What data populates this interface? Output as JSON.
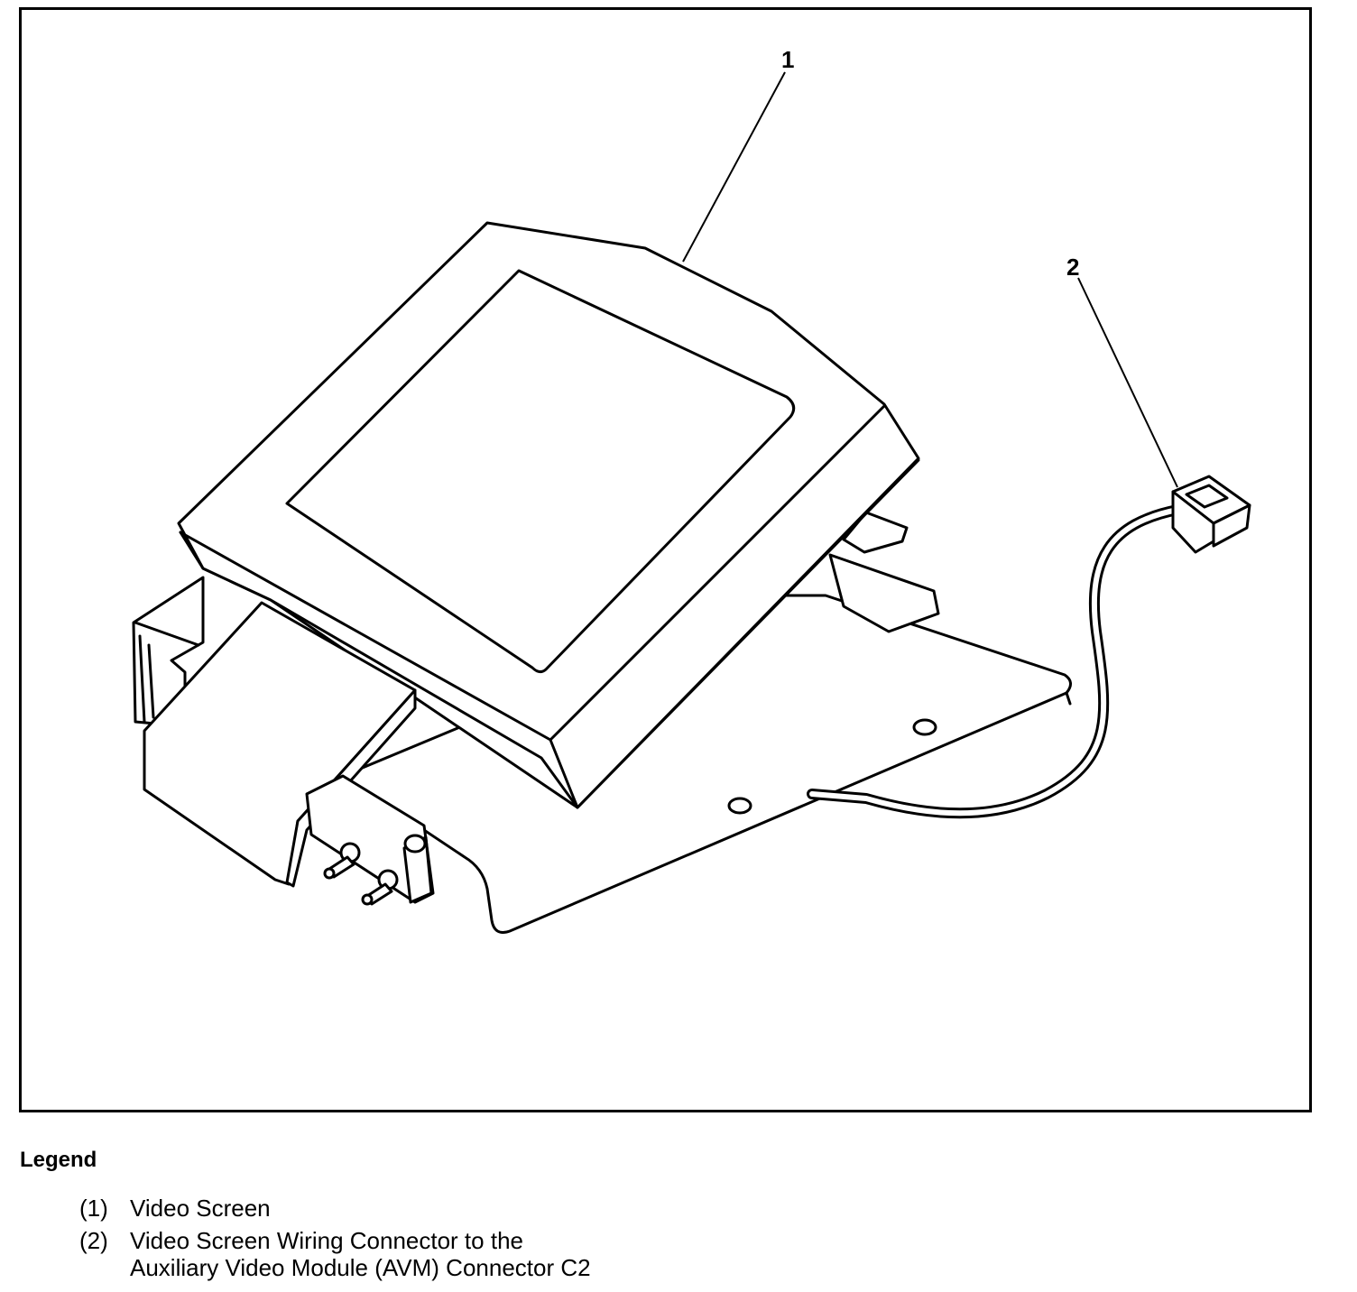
{
  "callouts": [
    {
      "id": "1",
      "label": "1"
    },
    {
      "id": "2",
      "label": "2"
    }
  ],
  "legend": {
    "title": "Legend",
    "items": [
      {
        "number": "(1)",
        "lines": [
          "Video Screen"
        ]
      },
      {
        "number": "(2)",
        "lines": [
          "Video Screen Wiring Connector to the",
          "Auxiliary Video Module (AVM) Connector C2"
        ]
      }
    ]
  }
}
